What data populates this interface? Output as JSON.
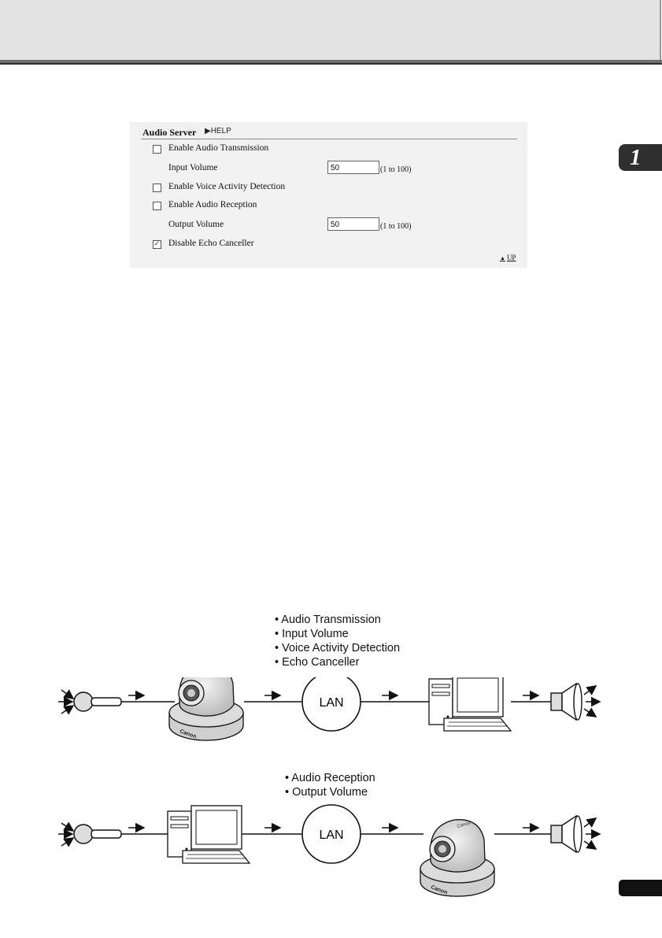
{
  "chapter_number": "1",
  "panel": {
    "title": "Audio Server",
    "help_link": "▶HELP",
    "rows": [
      {
        "label": "Enable Audio Transmission",
        "checked": false
      },
      {
        "label": "Input Volume",
        "value": "50",
        "range": "(1 to 100)"
      },
      {
        "label": "Enable Voice Activity Detection",
        "checked": false
      },
      {
        "label": "Enable Audio Reception",
        "checked": false
      },
      {
        "label": "Output Volume",
        "value": "50",
        "range": "(1 to 100)"
      },
      {
        "label": "Disable Echo Canceller",
        "checked": true
      }
    ],
    "up_link": "UP"
  },
  "diagram": {
    "top_bullets": [
      "• Audio Transmission",
      "• Input Volume",
      "• Voice Activity Detection",
      "• Echo Canceller"
    ],
    "bottom_bullets": [
      "• Audio Reception",
      "• Output Volume"
    ],
    "lan_label": "LAN",
    "camera_brand": "Canon"
  }
}
